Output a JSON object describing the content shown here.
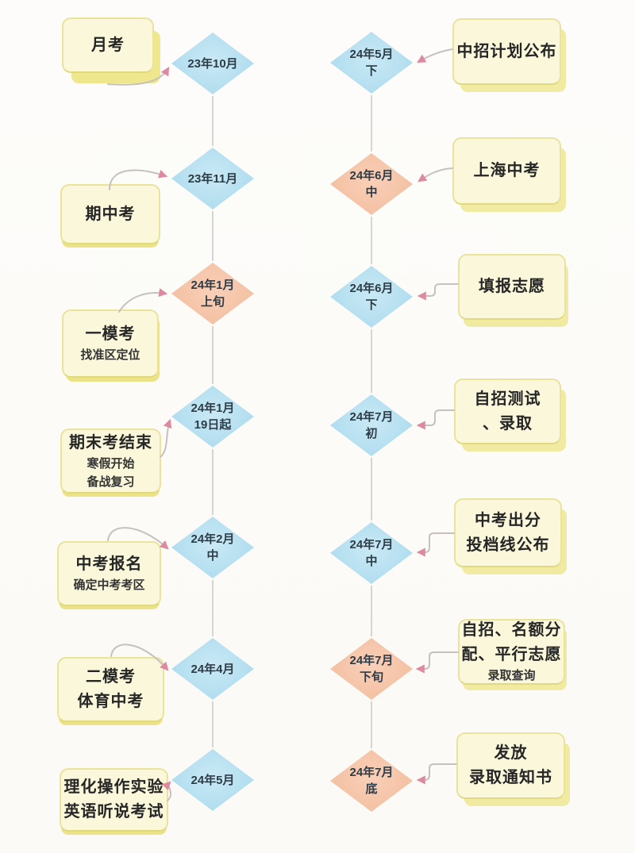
{
  "colors": {
    "background": "#fcfbf8",
    "diamond_blue": "#aedcee",
    "diamond_orange": "#f3bfa0",
    "box_fill": "#faf7da",
    "box_border": "#e9e39c",
    "box_shadow": "#efe78d",
    "connector_line": "#c6c1be",
    "timeline_line": "#d8d4d1",
    "arrowhead": "#dd8aa0",
    "diamond_text": "#2e3c48",
    "box_text": "#262626"
  },
  "columns": [
    {
      "id": "left",
      "nodes": [
        {
          "date_lines": [
            "23年10月"
          ],
          "diamond_color": "blue",
          "box": {
            "title_lines": [
              "月考"
            ],
            "subtitle_lines": []
          }
        },
        {
          "date_lines": [
            "23年11月"
          ],
          "diamond_color": "blue",
          "box": {
            "title_lines": [
              "期中考"
            ],
            "subtitle_lines": []
          }
        },
        {
          "date_lines": [
            "24年1月",
            "上旬"
          ],
          "diamond_color": "orange",
          "box": {
            "title_lines": [
              "一模考"
            ],
            "subtitle_lines": [
              "找准区定位"
            ]
          }
        },
        {
          "date_lines": [
            "24年1月",
            "19日起"
          ],
          "diamond_color": "blue",
          "box": {
            "title_lines": [
              "期末考结束"
            ],
            "subtitle_lines": [
              "寒假开始",
              "备战复习"
            ]
          }
        },
        {
          "date_lines": [
            "24年2月",
            "中"
          ],
          "diamond_color": "blue",
          "box": {
            "title_lines": [
              "中考报名"
            ],
            "subtitle_lines": [
              "确定中考考区"
            ]
          }
        },
        {
          "date_lines": [
            "24年4月"
          ],
          "diamond_color": "blue",
          "box": {
            "title_lines": [
              "二模考",
              "体育中考"
            ],
            "subtitle_lines": []
          }
        },
        {
          "date_lines": [
            "24年5月"
          ],
          "diamond_color": "blue",
          "box": {
            "title_lines": [
              "理化操作实验",
              "英语听说考试"
            ],
            "subtitle_lines": []
          }
        }
      ]
    },
    {
      "id": "right",
      "nodes": [
        {
          "date_lines": [
            "24年5月",
            "下"
          ],
          "diamond_color": "blue",
          "box": {
            "title_lines": [
              "中招计划公布"
            ],
            "subtitle_lines": []
          }
        },
        {
          "date_lines": [
            "24年6月",
            "中"
          ],
          "diamond_color": "orange",
          "box": {
            "title_lines": [
              "上海中考"
            ],
            "subtitle_lines": []
          }
        },
        {
          "date_lines": [
            "24年6月",
            "下"
          ],
          "diamond_color": "blue",
          "box": {
            "title_lines": [
              "填报志愿"
            ],
            "subtitle_lines": []
          }
        },
        {
          "date_lines": [
            "24年7月",
            "初"
          ],
          "diamond_color": "blue",
          "box": {
            "title_lines": [
              "自招测试",
              "、录取"
            ],
            "subtitle_lines": []
          }
        },
        {
          "date_lines": [
            "24年7月",
            "中"
          ],
          "diamond_color": "blue",
          "box": {
            "title_lines": [
              "中考出分",
              "投档线公布"
            ],
            "subtitle_lines": []
          }
        },
        {
          "date_lines": [
            "24年7月",
            "下旬"
          ],
          "diamond_color": "orange",
          "box": {
            "title_lines": [
              "自招、名额分",
              "配、平行志愿"
            ],
            "subtitle_lines": [
              "录取查询"
            ]
          }
        },
        {
          "date_lines": [
            "24年7月",
            "底"
          ],
          "diamond_color": "orange",
          "box": {
            "title_lines": [
              "发放",
              "录取通知书"
            ],
            "subtitle_lines": []
          }
        }
      ]
    }
  ]
}
